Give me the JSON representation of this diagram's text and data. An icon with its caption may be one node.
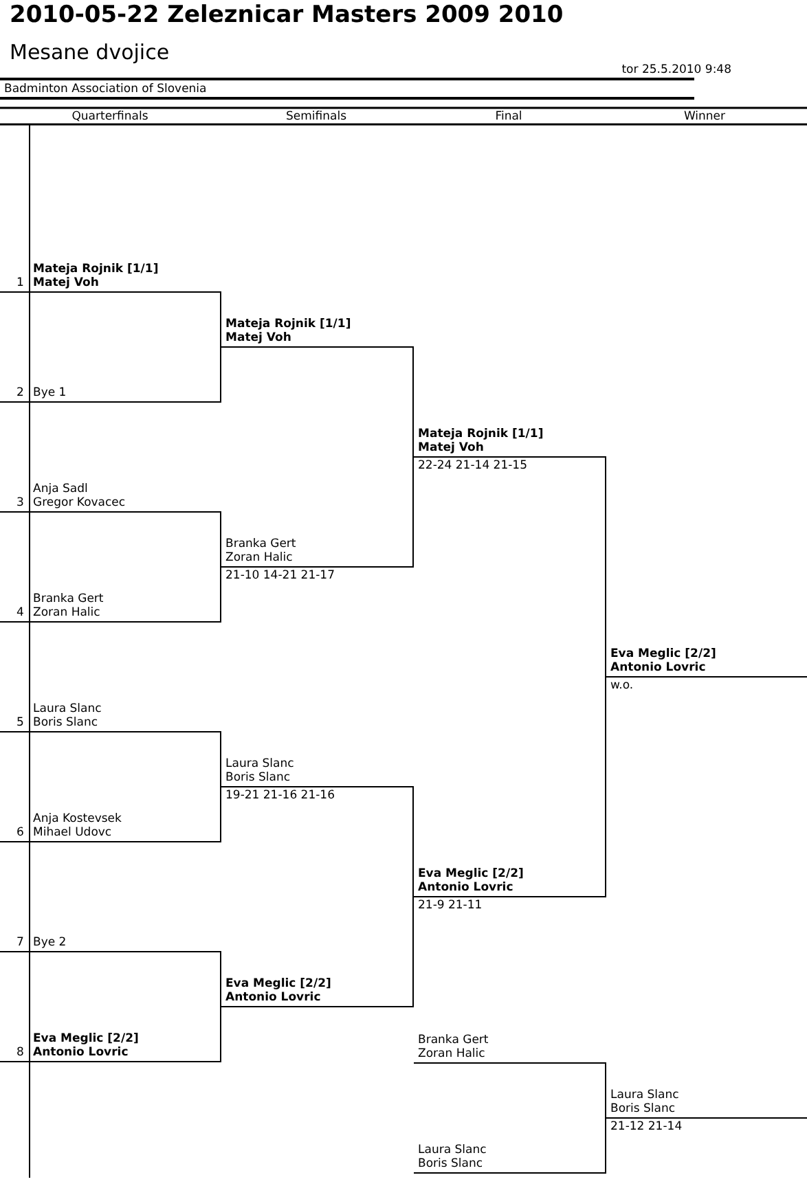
{
  "diagram": {
    "title": "2010-05-22 Zeleznicar Masters 2009 2010",
    "nodes": [
      {
        "text": [
          "Mateja Rojnik [1/1]",
          "Matej Voh"
        ],
        "beside": [
          "1"
        ]
      },
      {
        "text": [
          "Bye 1"
        ],
        "beside": [
          "2"
        ]
      },
      {
        "text": [
          "Anja Sadl",
          "Gregor Kovacec"
        ],
        "beside": [
          "3"
        ]
      },
      {
        "text": [
          "Branka Gert",
          "Zoran Halic"
        ],
        "beside": [
          "4"
        ]
      },
      {
        "text": [
          "Laura Slanc",
          "Boris Slanc"
        ],
        "beside": [
          "5"
        ]
      },
      {
        "text": [
          "Anja Kostevsek",
          "Mihael Udovc"
        ],
        "beside": [
          "6"
        ]
      },
      {
        "text": [
          "Bye 2"
        ],
        "beside": [
          "7"
        ]
      },
      {
        "text": [
          "Eva Meglic [2/2]",
          "Antonio Lovric"
        ],
        "beside": [
          "8"
        ]
      },
      {
        "text": [
          "Mateja Rojnik [1/1]",
          "Matej Voh"
        ]
      },
      {
        "text": [
          "Branka Gert",
          "Zoran Halic",
          "21-10 14-21 21-17"
        ]
      },
      {
        "text": [
          "Laura Slanc",
          "Boris Slanc",
          "19-21 21-16 21-16"
        ]
      },
      {
        "text": [
          "Eva Meglic [2/2]",
          "Antonio Lovric"
        ]
      },
      {
        "text": [
          "Mateja Rojnik [1/1]",
          "Matej Voh",
          "22-24 21-14 21-15"
        ]
      },
      {
        "text": [
          "Eva Meglic [2/2]",
          "Antonio Lovric",
          "21-9 21-11"
        ]
      },
      {
        "text": [
          "Eva Meglic [2/2]",
          "Antonio Lovric",
          "w.o."
        ]
      },
      {
        "text": [
          "Branka Gert",
          "Zoran Halic"
        ]
      },
      {
        "text": [
          "Laura Slanc",
          "Boris Slanc"
        ]
      },
      {
        "text": [
          "Laura Slanc",
          "Boris Slanc",
          "21-12 21-14"
        ]
      }
    ],
    "edges": [
      {
        "from": 0,
        "to": 8,
        "arrow": "none"
      },
      {
        "from": 1,
        "to": 8,
        "arrow": "none"
      },
      {
        "from": 2,
        "to": 9,
        "arrow": "none"
      },
      {
        "from": 3,
        "to": 9,
        "arrow": "none"
      },
      {
        "from": 4,
        "to": 10,
        "arrow": "none"
      },
      {
        "from": 5,
        "to": 10,
        "arrow": "none"
      },
      {
        "from": 6,
        "to": 11,
        "arrow": "none"
      },
      {
        "from": 7,
        "to": 11,
        "arrow": "none"
      },
      {
        "from": 8,
        "to": 12,
        "arrow": "none"
      },
      {
        "from": 9,
        "to": 12,
        "arrow": "none"
      },
      {
        "from": 10,
        "to": 13,
        "arrow": "none"
      },
      {
        "from": 11,
        "to": 13,
        "arrow": "none"
      },
      {
        "from": 12,
        "to": 14,
        "arrow": "none"
      },
      {
        "from": 13,
        "to": 14,
        "arrow": "none"
      },
      {
        "from": 15,
        "to": 17,
        "arrow": "none"
      },
      {
        "from": 16,
        "to": 17,
        "arrow": "none"
      }
    ],
    "labels": [
      "Mesane dvojice",
      "tor 25.5.2010 9:48",
      "Badminton Association of Slovenia",
      "Quarterfinals",
      "Semifinals",
      "Final",
      "Winner"
    ]
  }
}
